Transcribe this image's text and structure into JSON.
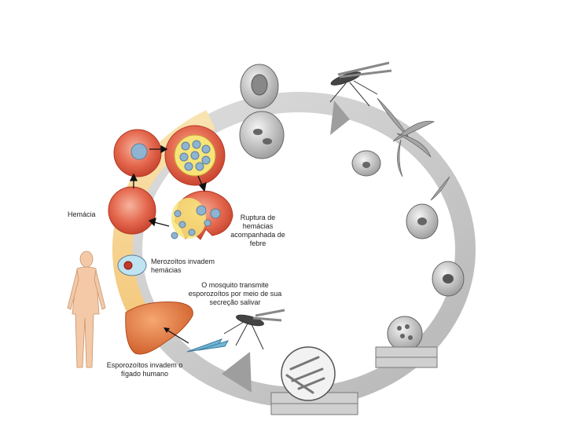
{
  "labels": {
    "hemacia": "Hemácia",
    "ruptura": "Ruptura de hemácias acompanhada de febre",
    "merozoitos": "Merozoítos invadem hemácias",
    "mosquito": "O mosquito transmite esporozoítos por meio de sua secreção salivar",
    "esporozoitos": "Esporozoítos invadem o fígado humano"
  },
  "colors": {
    "rbc": "#e0614a",
    "rbc_light": "#f29a80",
    "liver": "#e07a45",
    "cycle_gray": "#bfbfbf",
    "cycle_yellow": "#f6d58f",
    "parasite": "#7fa8c9"
  }
}
